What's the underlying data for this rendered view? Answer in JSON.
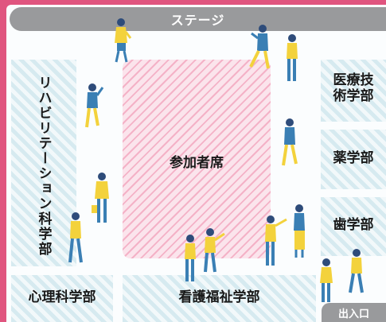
{
  "map": {
    "stage": "ステージ",
    "seating": "参加者席",
    "rehabilitation": "リハビリテーション科学部",
    "psychology": "心理科学部",
    "nursing_welfare": "看護福祉学部",
    "medical_tech_line1": "医療技",
    "medical_tech_line2": "術学部",
    "pharmacy": "薬学部",
    "dentistry": "歯学部",
    "exit": "出入口"
  },
  "colors": {
    "background_pink": "#e0557f",
    "zone": "#e8f3f6",
    "stage_gray": "#999a9c",
    "seating_stripe": "#f4b2c7",
    "figure_yellow": "#f3d23c",
    "figure_blue": "#3a7fb4",
    "figure_navy": "#2e4c7a"
  }
}
